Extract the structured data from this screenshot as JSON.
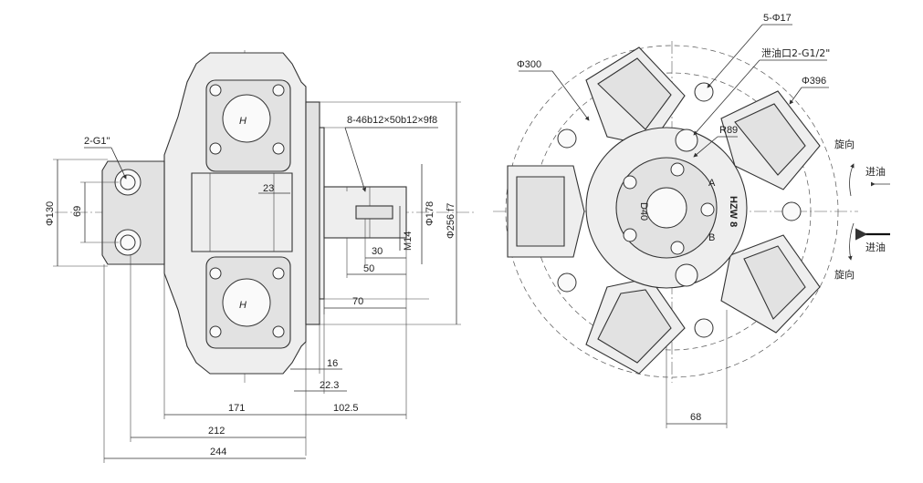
{
  "side_view": {
    "dimensions": {
      "port_thread": "2-G1\"",
      "height_130": "Φ130",
      "spacing_69": "69",
      "spline_spec": "8-46b12×50b12×9f8",
      "width_23": "23",
      "pilot_178": "Φ178",
      "flange_256": "Φ256 f7",
      "thread_m14": "M14",
      "len_30": "30",
      "len_50": "50",
      "len_70": "70",
      "len_16": "16",
      "len_22_3": "22.3",
      "len_102_5": "102.5",
      "len_171": "171",
      "len_212": "212",
      "len_244": "244"
    }
  },
  "front_view": {
    "dimensions": {
      "dia_300": "Φ300",
      "holes_5": "5-Φ17",
      "drain_port": "泄油口2-G1/2\"",
      "dia_396": "Φ396",
      "radius_89": "R89",
      "len_68": "68"
    },
    "rotation_labels": {
      "upper_rotation": "旋向",
      "upper_inlet": "进油",
      "lower_inlet": "进油",
      "lower_rotation": "旋向"
    },
    "casting_marks": {
      "model": "HZW 8",
      "a_port": "A",
      "b_port": "B",
      "d_mark": "D40"
    }
  }
}
